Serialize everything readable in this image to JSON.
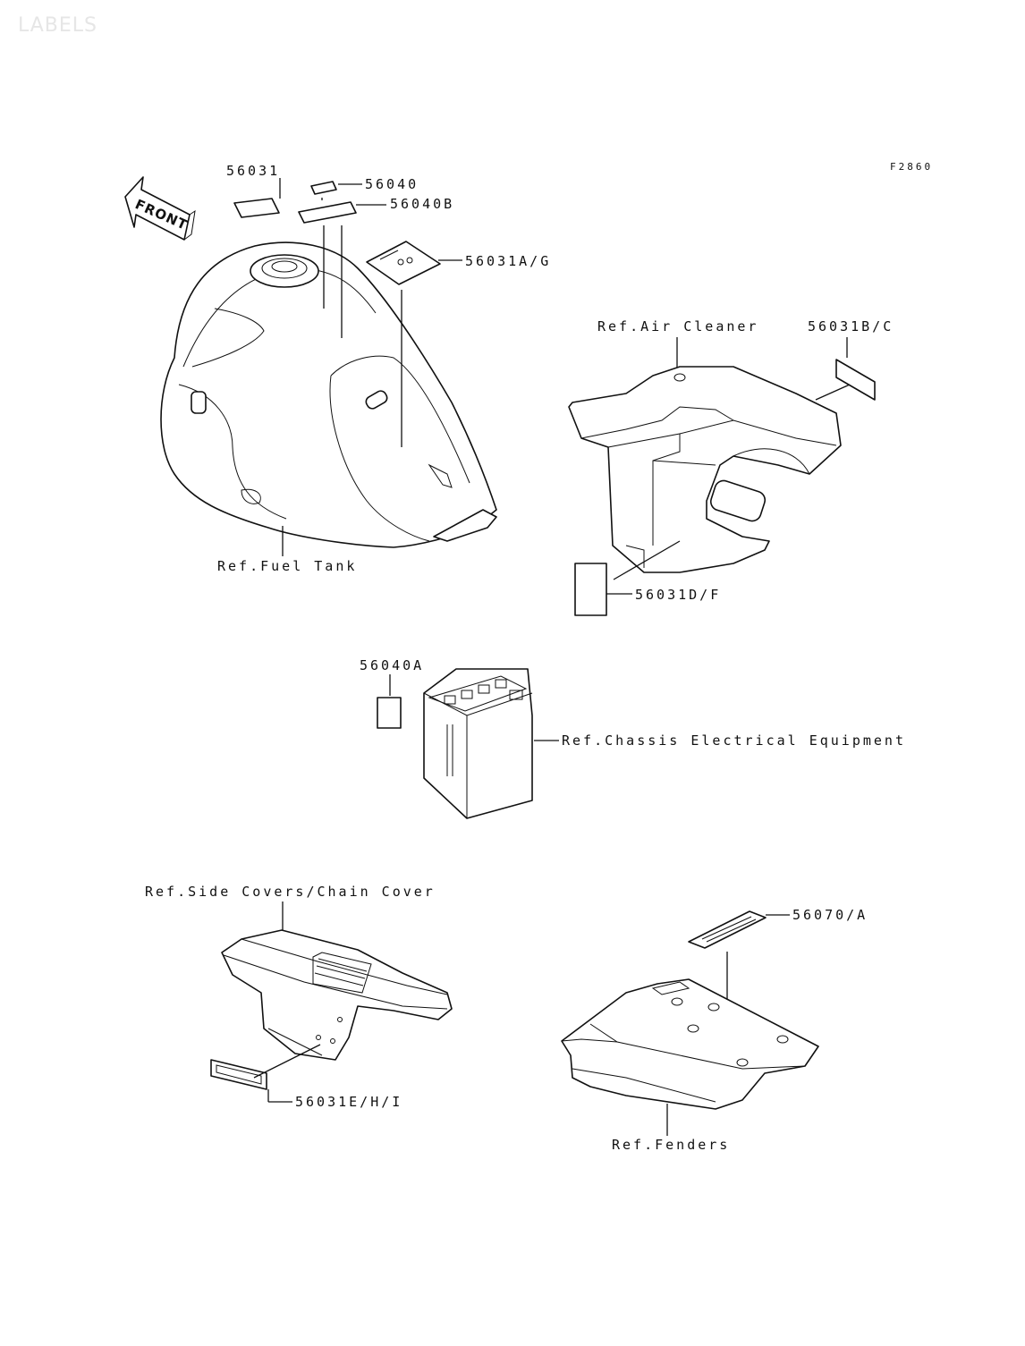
{
  "watermark": "LABELS",
  "figure_code": "F2860",
  "front_arrow": "FRONT",
  "labels": {
    "p56031": "56031",
    "p56040": "56040",
    "p56040B": "56040B",
    "p56031AG": "56031A/G",
    "p56031BC": "56031B/C",
    "p56031DF": "56031D/F",
    "p56040A": "56040A",
    "p56070A": "56070/A",
    "p56031EHI": "56031E/H/I"
  },
  "refs": {
    "fuel_tank": "Ref.Fuel Tank",
    "air_cleaner": "Ref.Air Cleaner",
    "chassis_electrical": "Ref.Chassis Electrical Equipment",
    "side_covers": "Ref.Side Covers/Chain Cover",
    "fenders": "Ref.Fenders"
  }
}
